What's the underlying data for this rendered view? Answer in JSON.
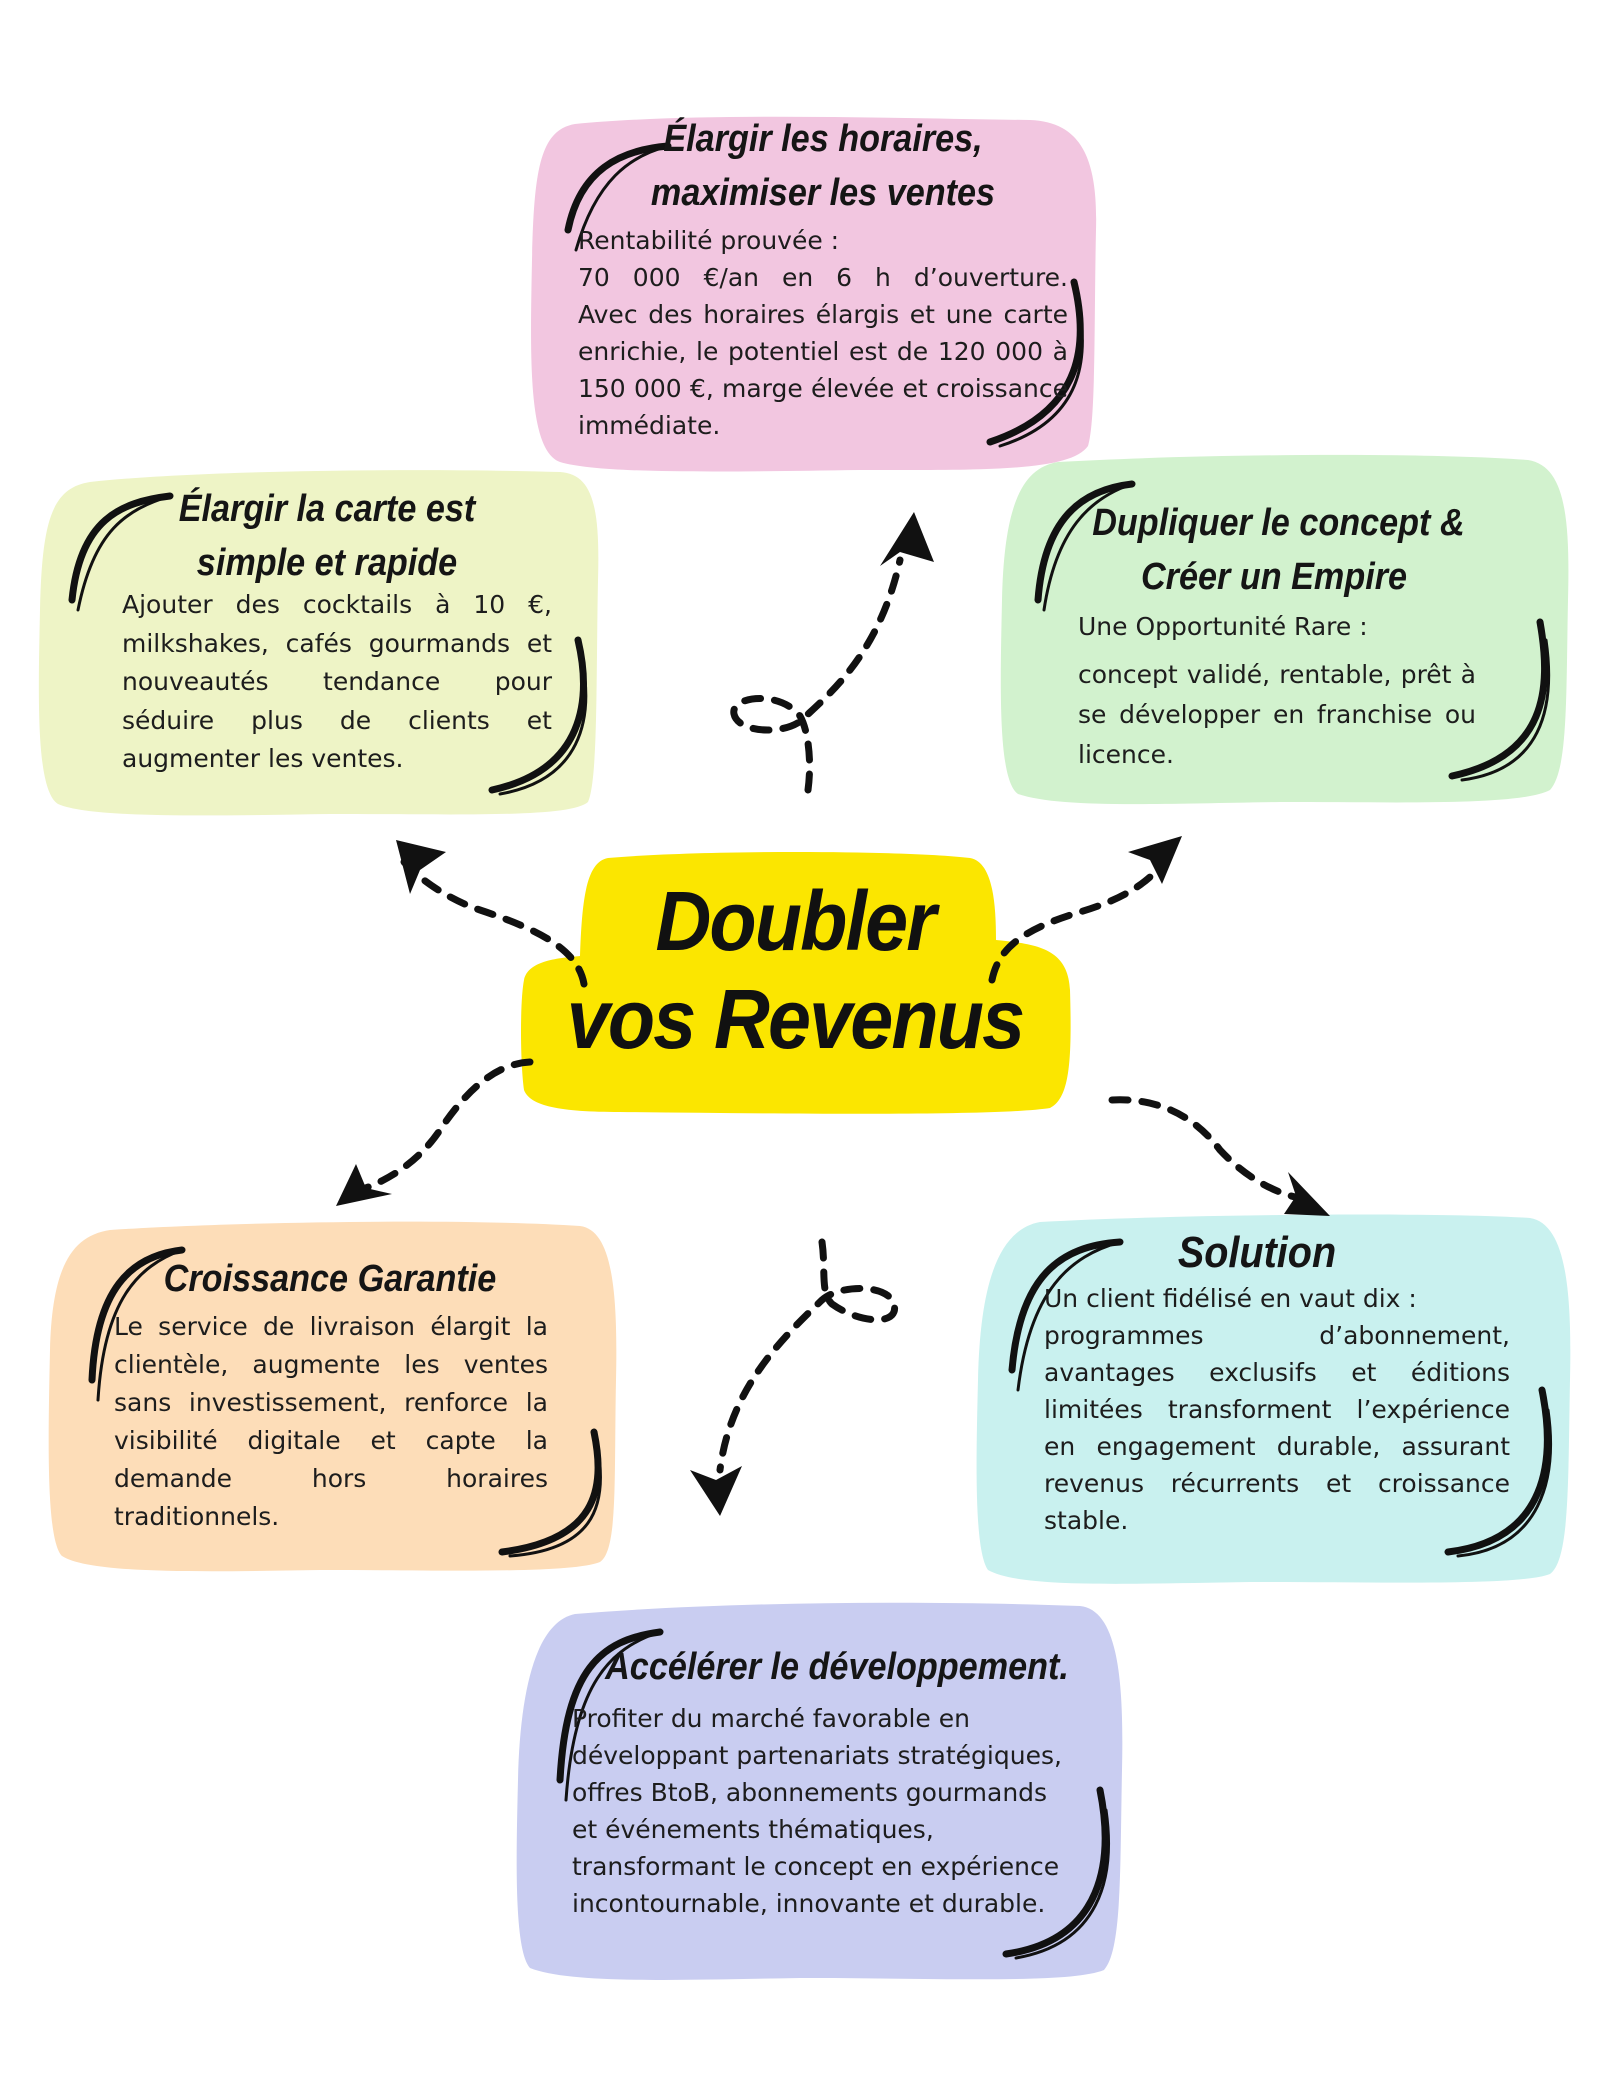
{
  "center": {
    "line1": "Doubler",
    "line2": "vos Revenus",
    "color": "#FBE600"
  },
  "cards": {
    "horaires": {
      "title_line1": "Élargir les horaires,",
      "title_line2": "maximiser les ventes",
      "body_line1": "Rentabilité prouvée :",
      "body_line2": "70 000 €/an en 6 h d’ouverture.",
      "body_line3": "Avec des horaires élargis et une carte enrichie, le potentiel est de 120 000 à 150 000 €, marge élevée et croissance immédiate.",
      "color": "#F2C6E0"
    },
    "carte": {
      "title_line1": "Élargir la carte est",
      "title_line2": "simple et rapide",
      "body": "Ajouter des cocktails à 10 €, milkshakes, cafés gourmands et nouveautés tendance pour séduire plus de clients et augmenter les ventes.",
      "color": "#EEF4C6"
    },
    "empire": {
      "title_line1": "Dupliquer le concept &",
      "title_line2": "Créer un Empire",
      "body_line1": "Une Opportunité Rare :",
      "body_line2": "concept validé, rentable, prêt à se développer en franchise ou licence.",
      "color": "#D2F2CE"
    },
    "croissance": {
      "title": "Croissance Garantie",
      "body": "Le service de livraison élargit la clientèle, augmente les ventes sans investissement, renforce la visibilité digitale et capte la demande hors horaires traditionnels.",
      "color": "#FDDDB8"
    },
    "solution": {
      "title": "Solution",
      "body_line1": "Un client fidélisé en vaut dix :",
      "body_line2": "programmes d’abonnement, avantages exclusifs et éditions limitées transforment l’expérience en engagement durable, assurant revenus récurrents et croissance stable.",
      "color": "#C9F1EF"
    },
    "developpement": {
      "title": "Accélérer le développement.",
      "body_lines": [
        "Profiter du marché favorable en",
        "développant partenariats stratégiques,",
        "offres BtoB, abonnements gourmands",
        "et événements thématiques,",
        "transformant le concept en expérience",
        "incontournable, innovante et durable."
      ],
      "color": "#C9CDF1"
    }
  }
}
